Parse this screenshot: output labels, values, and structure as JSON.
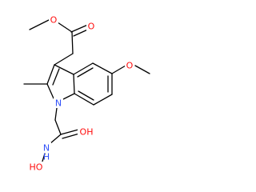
{
  "atoms": {
    "ester_o_ring": {
      "label": "O",
      "color": "#ff0d0d"
    },
    "ester_o_carbonyl": {
      "label": "O",
      "color": "#ff0d0d"
    },
    "methoxy_o": {
      "label": "O",
      "color": "#ff0d0d"
    },
    "indole_n": {
      "label": "N",
      "color": "#3050f8"
    },
    "amide_o": {
      "label": "OH",
      "color": "#ff0d0d"
    },
    "hydroxamic_nh": {
      "label": "N",
      "color": "#3050f8"
    },
    "hydroxamic_h": {
      "label": "H",
      "color": "#3050f8"
    },
    "hydroxamic_oh": {
      "label": "HO",
      "color": "#ff0d0d"
    }
  },
  "colors": {
    "bond": "#000000",
    "oxygen": "#ff0d0d",
    "nitrogen": "#3050f8",
    "background": "#ffffff"
  }
}
